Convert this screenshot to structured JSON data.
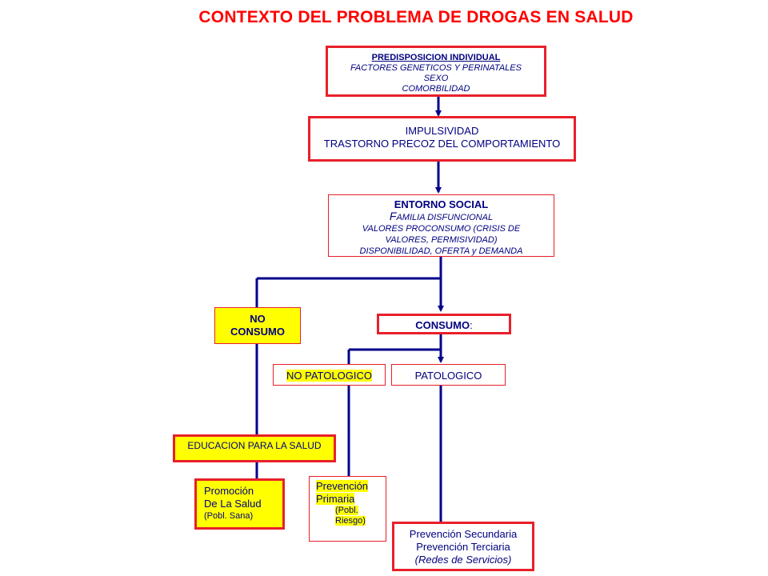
{
  "title": "CONTEXTO DEL PROBLEMA DE DROGAS EN SALUD",
  "colors": {
    "title": "#ff0000",
    "border": "#e8202a",
    "text": "#000080",
    "connector": "#00008b",
    "highlight": "#ffff00"
  },
  "boxes": {
    "predisposicion": {
      "heading": "PREDISPOSICION INDIVIDUAL",
      "lines": [
        "FACTORES GENETICOS Y PERINATALES",
        "SEXO",
        "COMORBILIDAD"
      ]
    },
    "impulsividad": {
      "lines": [
        "IMPULSIVIDAD",
        "TRASTORNO PRECOZ DEL COMPORTAMIENTO"
      ]
    },
    "entorno": {
      "heading": "ENTORNO SOCIAL",
      "line1_first": "F",
      "line1_rest": "AMILIA DISFUNCIONAL",
      "lines": [
        "VALORES PROCONSUMO (CRISIS DE",
        "VALORES, PERMISIVIDAD)",
        "DISPONIBILIDAD, OFERTA y DEMANDA"
      ]
    },
    "no_consumo": {
      "lines": [
        "NO",
        "CONSUMO"
      ]
    },
    "consumo": {
      "label": "CONSUMO",
      "suffix": ":"
    },
    "no_patologico": {
      "label": "NO PATOLOGICO"
    },
    "patologico": {
      "label": "PATOLOGICO"
    },
    "educacion": {
      "label": "EDUCACION PARA LA SALUD"
    },
    "promocion": {
      "lines": [
        "Promoción",
        "De La Salud"
      ],
      "note": "(Pobl. Sana)"
    },
    "prevencion_primaria": {
      "lines": [
        "Prevención",
        "Primaria"
      ],
      "note_lines": [
        "(Pobl.",
        "Riesgo)"
      ]
    },
    "prevencion_secundaria": {
      "lines": [
        "Prevención Secundaria",
        "Prevención Terciaria"
      ],
      "note": "(Redes de Servicios)"
    }
  }
}
